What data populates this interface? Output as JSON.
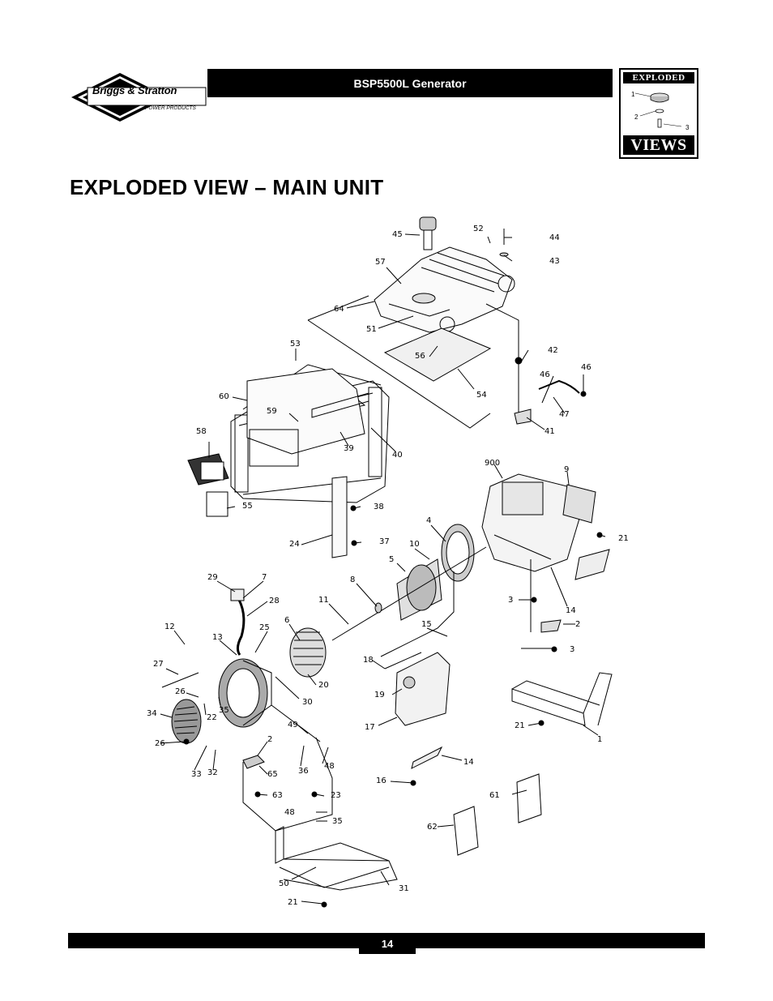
{
  "header": {
    "logo_brand": "Briggs & Stratton",
    "logo_sub": "POWER PRODUCTS",
    "title": "BSP5500L Generator",
    "badge_top": "EXPLODED",
    "badge_bottom": "VIEWS",
    "badge_callouts": [
      "1",
      "2",
      "3"
    ]
  },
  "page_title": "EXPLODED VIEW – MAIN UNIT",
  "diagram": {
    "callouts": [
      "45",
      "52",
      "44",
      "43",
      "57",
      "64",
      "51",
      "53",
      "56",
      "42",
      "46",
      "60",
      "59",
      "54",
      "46",
      "47",
      "41",
      "39",
      "40",
      "58",
      "900",
      "9",
      "55",
      "38",
      "21",
      "24",
      "37",
      "4",
      "10",
      "29",
      "7",
      "5",
      "8",
      "28",
      "3",
      "14",
      "11",
      "12",
      "25",
      "6",
      "15",
      "2",
      "13",
      "3",
      "27",
      "18",
      "19",
      "20",
      "26",
      "22",
      "35",
      "30",
      "34",
      "17",
      "21",
      "1",
      "26",
      "49",
      "2",
      "14",
      "33",
      "32",
      "36",
      "48",
      "16",
      "65",
      "23",
      "63",
      "61",
      "48",
      "35",
      "62",
      "50",
      "31",
      "21"
    ]
  },
  "footer": {
    "page_number": "14"
  }
}
